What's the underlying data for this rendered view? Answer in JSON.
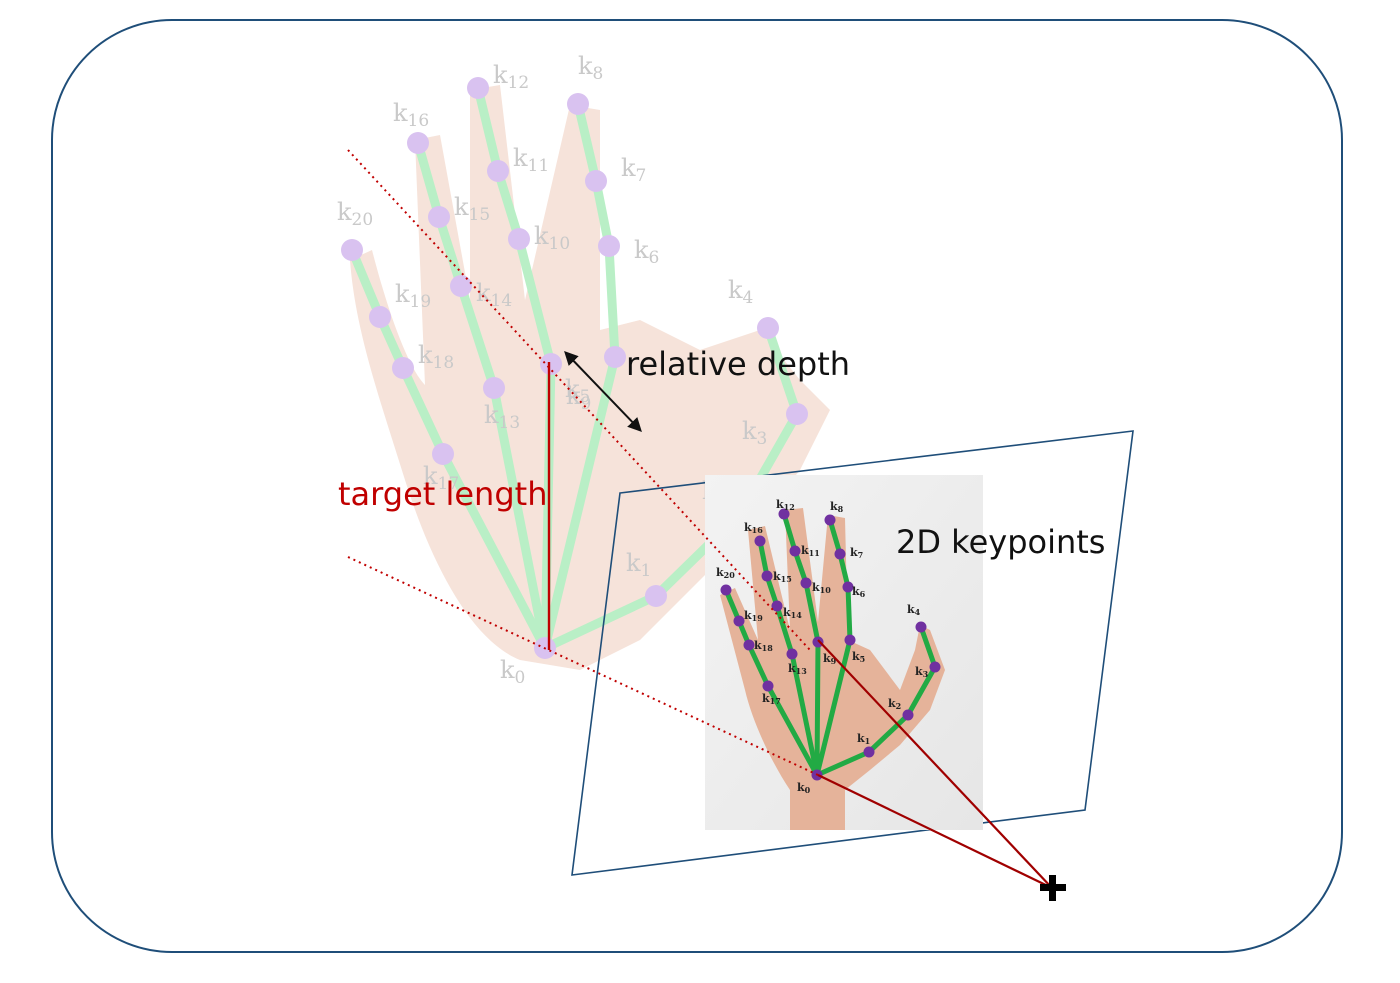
{
  "labels": {
    "relative_depth": "relative depth",
    "target_length": "target length",
    "keypoints_2d": "2D keypoints"
  },
  "keypoint_labels": [
    "k0",
    "k1",
    "k2",
    "k3",
    "k4",
    "k5",
    "k6",
    "k7",
    "k8",
    "k9",
    "k10",
    "k11",
    "k12",
    "k13",
    "k14",
    "k15",
    "k16",
    "k17",
    "k18",
    "k19",
    "k20"
  ],
  "colors": {
    "frame_border": "#1f4e79",
    "plane_border": "#1f4e79",
    "accent_red": "#c00000",
    "dark_red": "#a00000",
    "bone_green": "#22aa44",
    "bone_green_faded": "#b9efc6",
    "joint_purple": "#7030a0",
    "joint_purple_faded": "#d9c2f0",
    "skin": "#e8b8a0",
    "skin_faded": "#f6e3da",
    "text_dark": "#111111",
    "text_faded": "#c9c9c9"
  },
  "icons": {
    "camera_center": "plus-icon",
    "depth_arrow": "double-arrow-icon"
  }
}
